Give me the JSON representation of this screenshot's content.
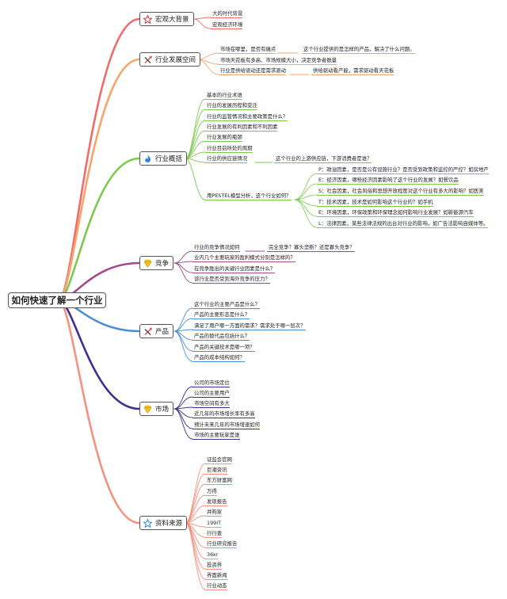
{
  "root": "如何快速了解一个行业",
  "branches": [
    {
      "label": "宏观大背景",
      "icon": "star-icon",
      "color": "#f26b6b",
      "items": [
        {
          "text": "大的时代背景"
        },
        {
          "text": "宏观经济环境"
        }
      ]
    },
    {
      "label": "行业发展空间",
      "icon": "tools-icon",
      "color": "#f4a56a",
      "items": [
        {
          "text": "市场在哪里，是否有痛点",
          "note": "这个行业提供的是怎样的产品，解决了什么问题。"
        },
        {
          "text": "市场天花板有多高、市场规模大小，决定竞争者数量"
        },
        {
          "text": "行业是供给驱动还是需求驱动",
          "note": "供给驱动看产能，需求驱动看天花板"
        }
      ]
    },
    {
      "label": "行业概括",
      "icon": "fire-icon",
      "color": "#7ec84f",
      "items": [
        {
          "text": "基本的行业术语"
        },
        {
          "text": "行业的发展历程和变迁"
        },
        {
          "text": "行业的监管情况和主要政策是什么？"
        },
        {
          "text": "行业发展的有利因素和不利因素"
        },
        {
          "text": "行业发展的瓶颈"
        },
        {
          "text": "行业目前所处的周期"
        },
        {
          "text": "行业的供应链情况",
          "note": "这个行业的上游供应链，下游消费者是谁？"
        },
        {
          "text": "用PESTEL模型分析，这个行业如何？",
          "subitems": [
            "P：政治因素，是否是公有设施行业？是否受到政策和监控的严控？如房地产",
            "E：经济因素，哪些经济因素影响了这个行业的发展？如餐饮品",
            "S：社会因素，社会风俗和思想开放程度对这个行业有多大的影响？如医美",
            "T：技术因素，技术是如何影响这个行业的？如手机",
            "E：环境因素，环保政策和环保理念如何影响行业发展？如新能源汽车",
            "L：法律因素，某些法律法规的出台对行业的影响，如广告法影响自媒体等。"
          ]
        }
      ]
    },
    {
      "label": "竞争",
      "icon": "gem-icon",
      "color": "#a14a8c",
      "items": [
        {
          "text": "行业的竞争情况如何",
          "note": "完全竞争？寡头垄断？还是寡头竞争？"
        },
        {
          "text": "业内几个主要玩家的盈利模式分别是怎样的？"
        },
        {
          "text": "在竞争胜出的关键行业因素是什么？"
        },
        {
          "text": "该行业是否受到海外竞争的压力？"
        }
      ]
    },
    {
      "label": "产品",
      "icon": "tools-icon",
      "color": "#4a8fd6",
      "items": [
        {
          "text": "这个行业的主要产品是什么？"
        },
        {
          "text": "产品的主要形态是什么？"
        },
        {
          "text": "满足了用户哪一方面的需求？需求处于哪一层次？"
        },
        {
          "text": "产品的替代品包括什么？"
        },
        {
          "text": "产品的关键技术是哪一项？"
        },
        {
          "text": "产品的成本结构如何？"
        }
      ]
    },
    {
      "label": "市场",
      "icon": "gem-icon",
      "color": "#3d2f8f",
      "items": [
        {
          "text": "公司的市场定位"
        },
        {
          "text": "公司的主要用户"
        },
        {
          "text": "市场空间有多大"
        },
        {
          "text": "近几年的市场增长率有多高"
        },
        {
          "text": "预计未来几年的市场增速如何"
        },
        {
          "text": "市场的主要玩家是谁"
        }
      ]
    },
    {
      "label": "资料来源",
      "icon": "star-outline-icon",
      "color": "#f5917f",
      "items": [
        {
          "text": "证监会官网"
        },
        {
          "text": "巨潮资讯"
        },
        {
          "text": "东方财富网"
        },
        {
          "text": "万得"
        },
        {
          "text": "发现报告"
        },
        {
          "text": "并购家"
        },
        {
          "text": "199IT"
        },
        {
          "text": "行行查"
        },
        {
          "text": "行业研究报告"
        },
        {
          "text": "36kr"
        },
        {
          "text": "投资界"
        },
        {
          "text": "界面新闻"
        },
        {
          "text": "行业动态"
        }
      ]
    }
  ]
}
